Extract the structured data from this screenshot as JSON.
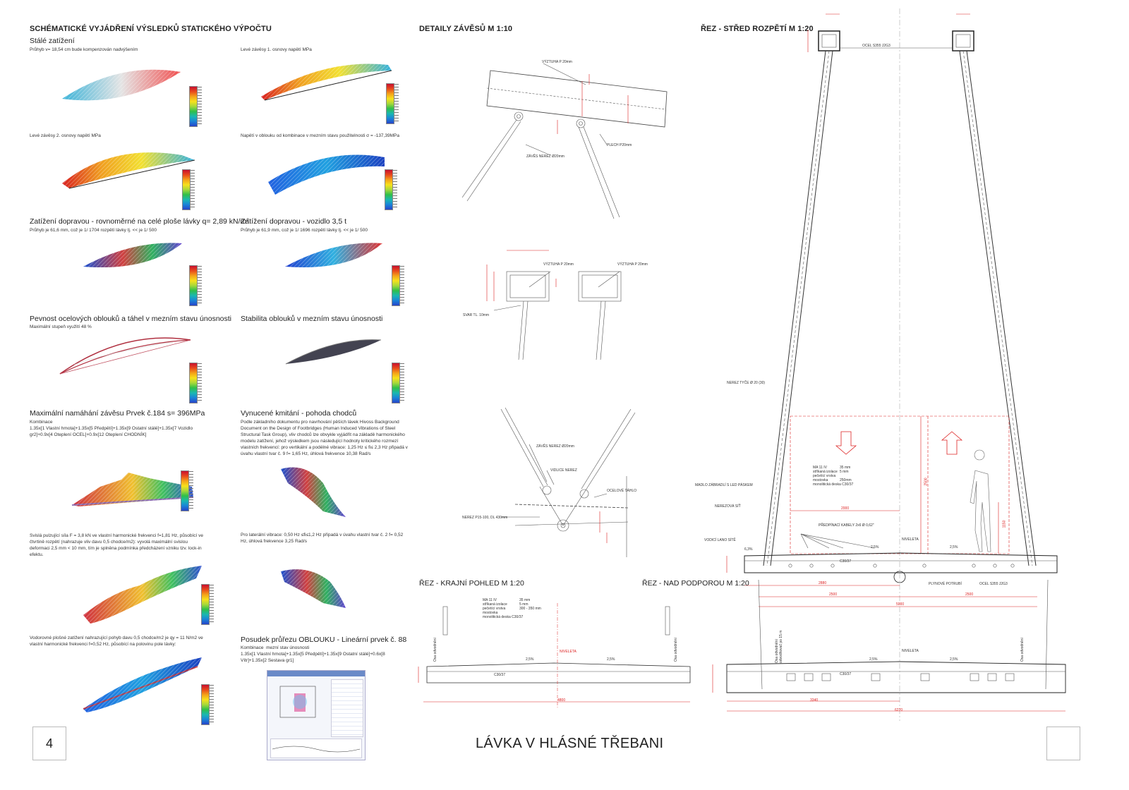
{
  "main_title": "SCHÉMATICKÉ VYJÁDŘENÍ VÝSLEDKŮ STATICKÉHO VÝPOČTU",
  "sections": {
    "s1": {
      "title": "Stálé zatížení",
      "text": "Průhyb  v= 18,54 cm bude kompenzován nadvýšením"
    },
    "s2": {
      "text": "Levé závěsy 1. osnovy  napětí MPa"
    },
    "s3": {
      "text": "Levé závěsy 2. osnovy  napětí MPa"
    },
    "s4": {
      "text": "Napětí v oblouku od kombinace v mezním stavu použitelnosti σ = -137,39MPa"
    },
    "s5": {
      "title": "Zatížení dopravou - rovnoměrné na celé ploše lávky q= 2,89 kN/m²",
      "text": "Průhyb je 61,6 mm, což je 1/ 1704 rozpětí lávky tj. << je 1/ 500"
    },
    "s6": {
      "title": "Zatížení dopravou - vozidlo 3,5 t",
      "text": "Průhyb je 61,9 mm, což je 1/ 1696 rozpětí lávky tj. << je 1/ 500"
    },
    "s7": {
      "title": "Pevnost ocelových oblouků a táhel v mezním stavu únosnosti",
      "text": "Maximální stupeň využití 48 %"
    },
    "s8": {
      "title": "Stabilita oblouků v mezním stavu únosnosti"
    },
    "s9": {
      "title": "Maximální namáhání závěsu Prvek č.184 s= 396MPa",
      "text": "Kombinace\n1.35x[1 Vlastní hmota]+1.35x[5 Předpětí]+1.35x[9 Ostatní stálé]+1.35x[7 Vozidlo gr2]+0.9x[4 Oteplení OCEL]+0.9x[12 Oteplení CHODNÍK]"
    },
    "s10": {
      "title": "Vynucené kmitání - pohoda chodců",
      "text": "Podle základního dokumentu pro navrhování pěších lávek Hivoss Background Document on the Design of Footbridges (Human Induced Vibrations of Steel Structural Task Group), vliv chodců lze obvykle vyjádřit na základě harmonického modelu zatížení, jehož výsledkem jsou následující hodnoty kritického rozmezí vlastních frekvencí: pro vertikální a podélné vibrace: 1,25 Hz ≤ fi≤ 2,3 Hz připadá v úvahu vlastní tvar č. 9 f= 1,65 Hz, úhlová frekvence 10,38 Rad/s"
    },
    "s11": {
      "text": "Svislá pulzující síla F = 3,8 kN ve vlastní harmonické frekvenci  f=1,81 Hz, působící ve čtvrtině rozpětí (nahrazuje vliv davu 0,5 chodce/m2): vyvolá maximální svislou deformaci  2,5 mm < 10 mm,  tím je splněna podmínka předcházení vzniku tzv. lock-in efektu."
    },
    "s12": {
      "text": "Pro laterální vibrace: 0,50 Hz ≤fi≤1,2 Hz  připadá v úvahu vlastní tvar č. 2 f= 0,52 Hz, úhlová frekvence 3,25 Rad/s"
    },
    "s13": {
      "text": "Vodorovné plošné zatížení nahrazující pohyb davu 0,5 chodce/m2 je qy = 11 N/m2 ve vlastní harmonické frekvenci  f=0,52 Hz, působící na polovinu pole lávky:"
    },
    "s14": {
      "title": "Posudek průřezu OBLOUKU -  Lineární prvek č. 88",
      "text": "Kombinace  mezní stav únosnosti\n1.35x[1 Vlastní hmota]+1.35x[5 Předpětí]+1.35x[9 Ostatní stálé]+0.6x[8 Vítr]+1.35x[2 Sestava gr1]"
    }
  },
  "detail_title": "DETAILY ZÁVĚSŮ M 1:10",
  "detail_labels": {
    "vyztuha": "VÝZTUHA P 20mm",
    "plech": "PLECH P20mm",
    "zaves": "ZÁVĚS NEREZ Ø20mm",
    "svar": "SVAR TL. 10mm",
    "vidlice": "VIDLICE NEREZ",
    "ocelove_tahlo": "OCELOVÉ TÁHLO",
    "nerez_p": "NEREZ P15-100, DL 430mm"
  },
  "section_mid_title": "ŘEZ - STŘED ROZPĚTÍ M 1:20",
  "section_mid_labels": {
    "ocel_top": "OCEL S355 J2G3",
    "nerez_tyce": "NEREZ TYČE Ø 20 (30)",
    "madlo": "MADLO ZÁBRADLÍ S LED PÁSKEM",
    "nerez_sit": "NEREZOVÁ SÍŤ",
    "vodici_lano": "VODICÍ LANO SÍTĚ",
    "predpinaci": "PŘEDPÍNACÍ KABELY 2x6 Ø 0,62\"",
    "niveleta": "NIVELETA",
    "beton": "C30/37",
    "potrubi": "PLYNOVÉ POTRUBÍ",
    "ocel_bottom": "OCEL S355 J2G3",
    "slope_l": "2,5%",
    "slope_r": "2,5%",
    "slope_edge": "6,3%",
    "dim_a": "2880",
    "dim_b": "2500",
    "dim_c": "2500",
    "dim_d": "5000",
    "dim_h": "2500",
    "dim_h2": "1150",
    "dim_w": "2000"
  },
  "layers": [
    "MA 11 IV",
    "stříkaná izolace",
    "pečetící vrstva",
    "mostovka",
    "monolitická deska C30/37"
  ],
  "layers_vals": [
    "35 mm",
    "5 mm",
    "",
    "250mm",
    ""
  ],
  "layers_side_vals": [
    "35 mm",
    "5 mm",
    "",
    "300 - 350 mm",
    ""
  ],
  "side_title": "ŘEZ - KRAJNÍ POHLED M 1:20",
  "support_title": "ŘEZ - NAD PODPOROU M 1:20",
  "side_labels": {
    "niveleta": "NIVELETA",
    "beton": "C30/37",
    "slope": "2,5%",
    "osa": "Osa odvodnění",
    "dim": "4800",
    "osa_support": "Osa odvodnění odvodňovač po 15 m",
    "dim_support_a": "3340",
    "dim_support_b": "6270"
  },
  "page_number": "4",
  "footer_title": "LÁVKA V HLÁSNÉ TŘEBANI"
}
